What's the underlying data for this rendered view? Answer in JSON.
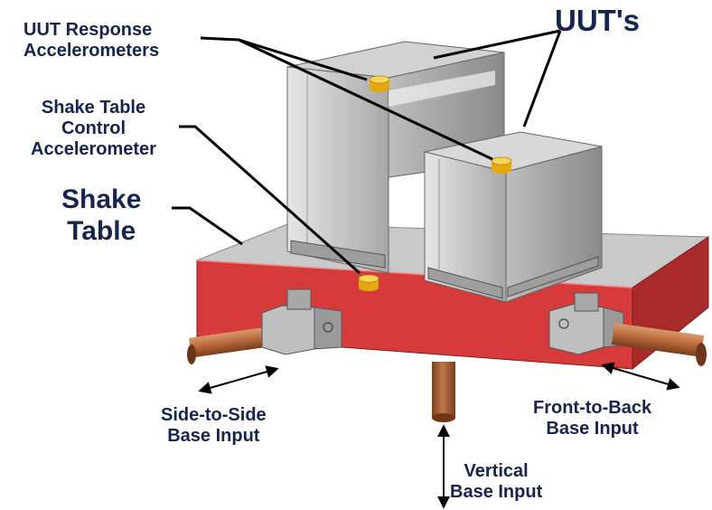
{
  "labels": {
    "uut_response": [
      "UUT Response",
      "Accelerometers"
    ],
    "uuts": "UUT's",
    "control_accel": [
      "Shake Table",
      "Control",
      "Accelerometer"
    ],
    "shake_table": [
      "Shake",
      "Table"
    ],
    "side_to_side": [
      "Side-to-Side",
      "Base Input"
    ],
    "front_to_back": [
      "Front-to-Back",
      "Base Input"
    ],
    "vertical": [
      "Vertical",
      "Base Input"
    ]
  },
  "colors": {
    "label_text": "#16254f",
    "table_red": "#d63a3a",
    "table_top": "#c9c9c9",
    "cabinet": "#c4c4c4",
    "actuator_rod": "#b8683a",
    "accelerometer": "#f2c21a"
  }
}
